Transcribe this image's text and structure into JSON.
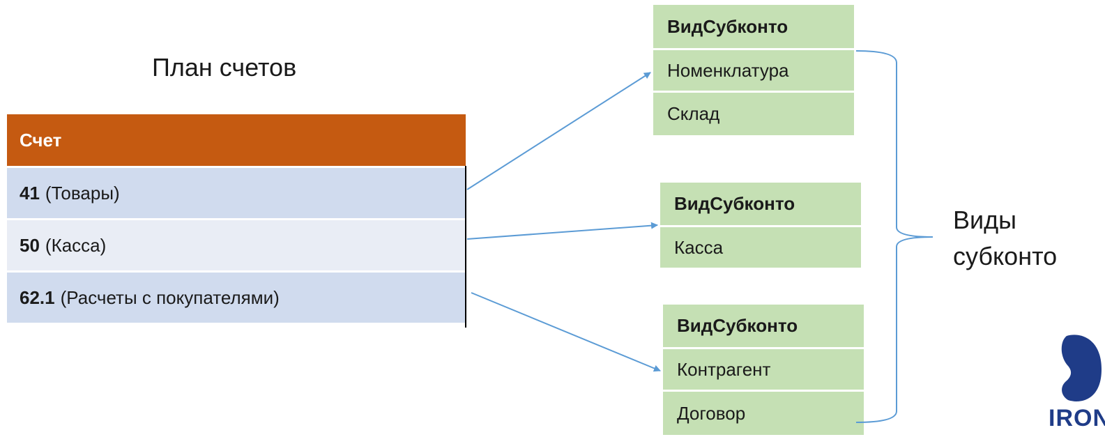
{
  "title": "План счетов",
  "accounts": {
    "header": "Счет",
    "rows": [
      {
        "code": "41",
        "name": "(Товары)"
      },
      {
        "code": "50",
        "name": "(Касса)"
      },
      {
        "code": "62.1",
        "name": "(Расчеты с покупателями)"
      }
    ]
  },
  "subconto_groups": [
    {
      "header": "ВидСубконто",
      "items": [
        "Номенклатура",
        "Склад"
      ]
    },
    {
      "header": "ВидСубконто",
      "items": [
        "Касса"
      ]
    },
    {
      "header": "ВидСубконто",
      "items": [
        "Контрагент",
        "Договор"
      ]
    }
  ],
  "side_label": {
    "line1": "Виды",
    "line2": "субконто"
  },
  "logo": {
    "text": "IRON"
  },
  "colors": {
    "header": "#c55a11",
    "row_a": "#d0dbee",
    "row_b": "#e9edf5",
    "sub": "#c5e0b4",
    "arrow": "#5b9bd5"
  }
}
